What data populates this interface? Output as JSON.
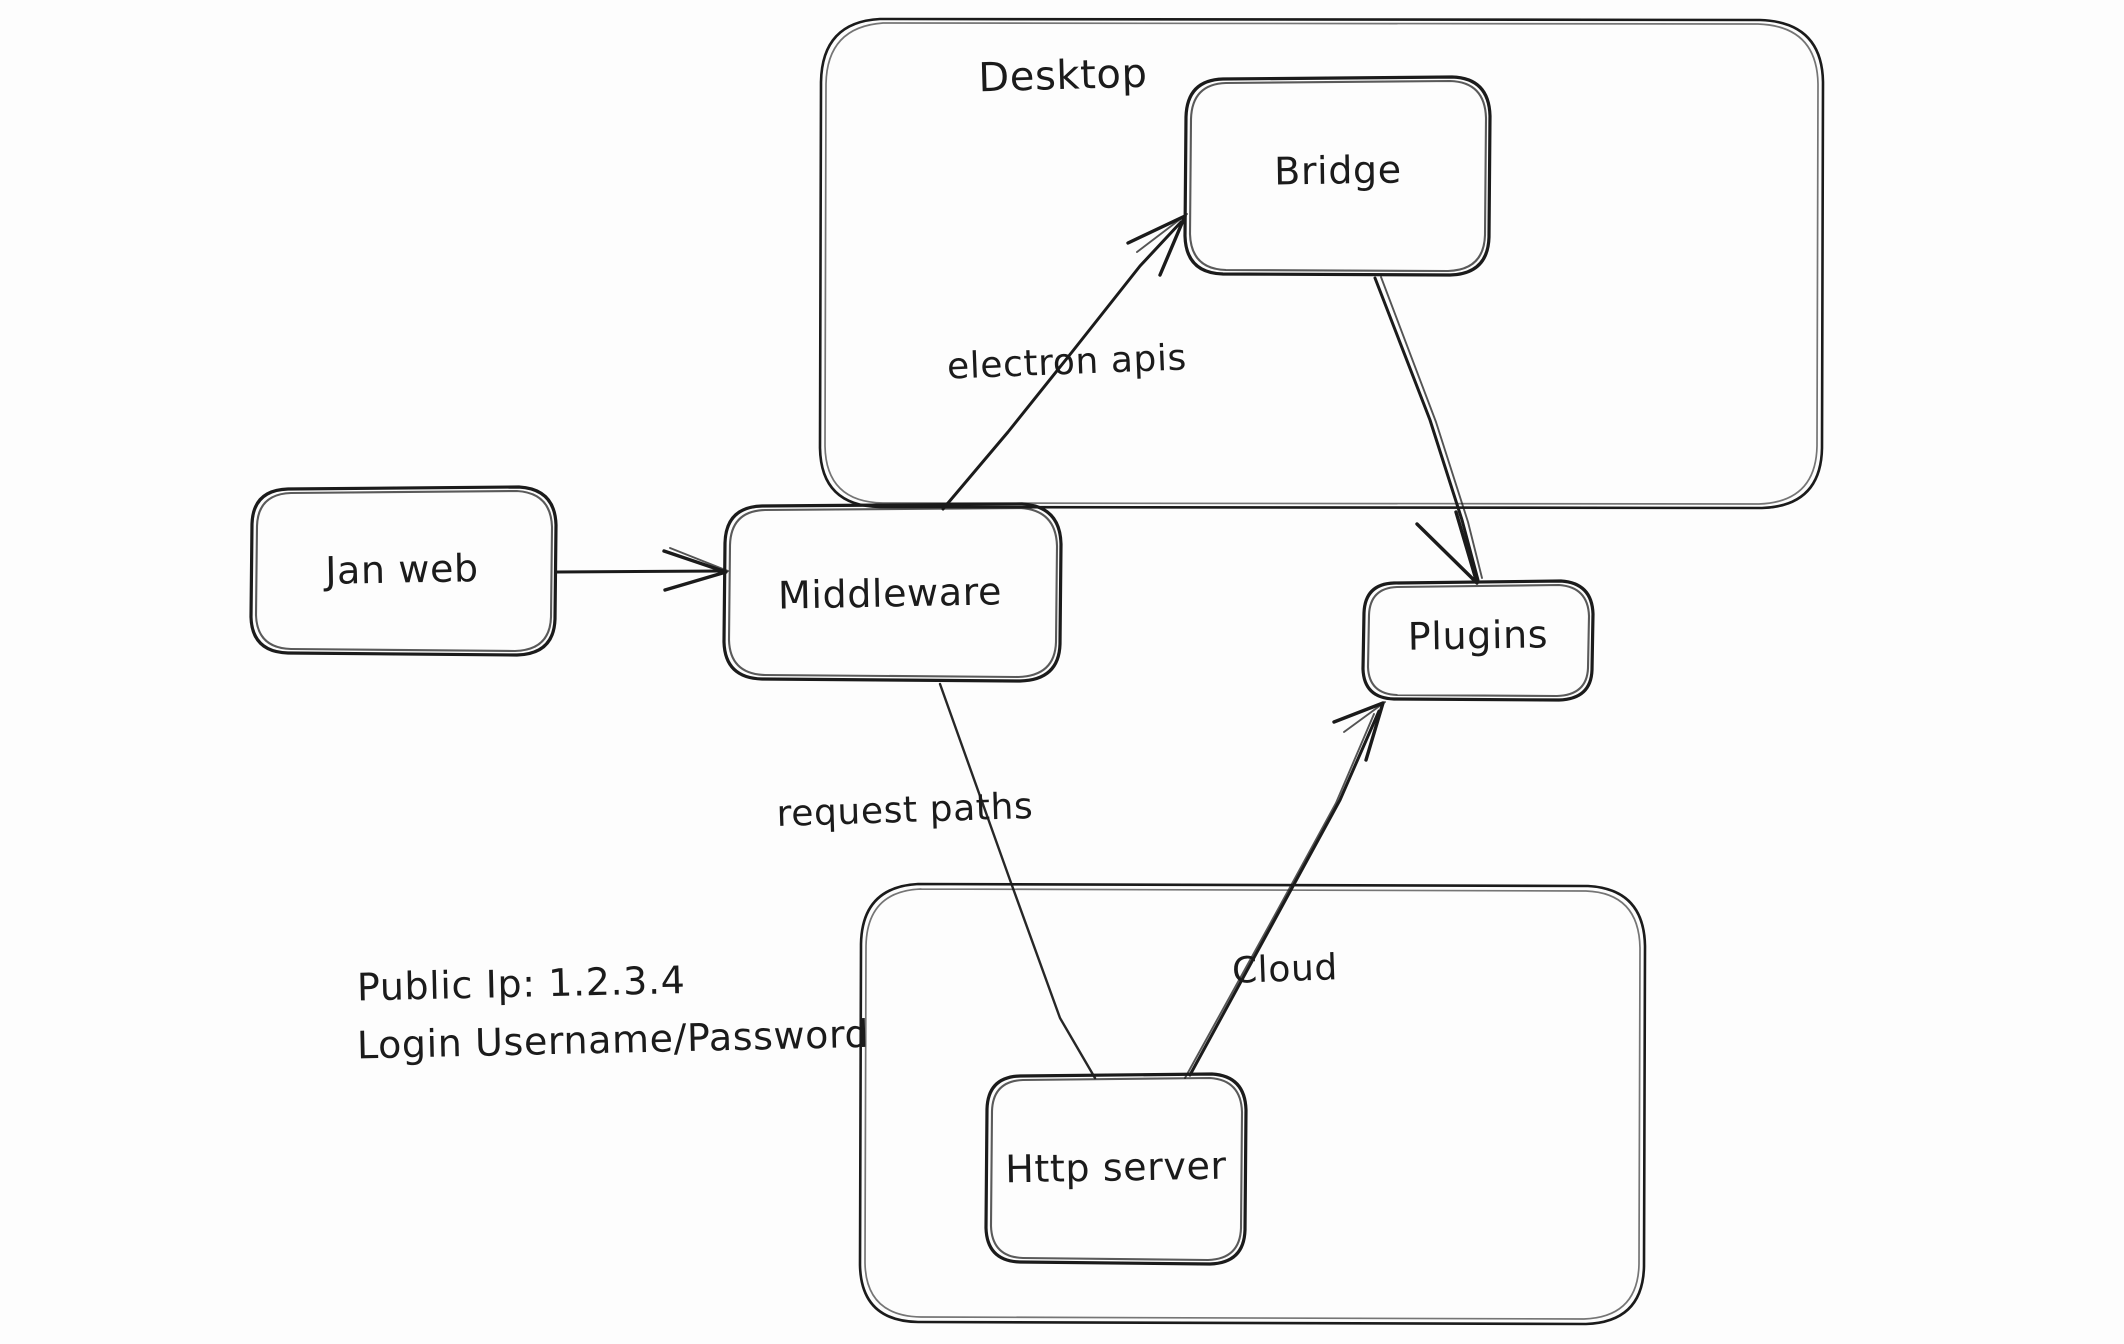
{
  "diagram": {
    "title": "Jan architecture hand-drawn diagram",
    "style": "hand-drawn whiteboard sketch",
    "background_color": "#fdfdfd",
    "stroke_color": "#1b1b1b",
    "containers": [
      {
        "id": "desktop",
        "label": "Desktop"
      },
      {
        "id": "cloud-group",
        "label": ""
      }
    ],
    "nodes": [
      {
        "id": "jan-web",
        "label": "Jan web"
      },
      {
        "id": "middleware",
        "label": "Middleware"
      },
      {
        "id": "bridge",
        "label": "Bridge"
      },
      {
        "id": "plugins",
        "label": "Plugins"
      },
      {
        "id": "http-server",
        "label": "Http server"
      }
    ],
    "edges": [
      {
        "id": "jan-to-middleware",
        "from": "jan-web",
        "to": "middleware",
        "label": ""
      },
      {
        "id": "middleware-to-bridge",
        "from": "middleware",
        "to": "bridge",
        "label": "electron apis"
      },
      {
        "id": "bridge-to-plugins",
        "from": "bridge",
        "to": "plugins",
        "label": ""
      },
      {
        "id": "middleware-to-http",
        "from": "middleware",
        "to": "http-server",
        "label": "request paths"
      },
      {
        "id": "http-to-plugins",
        "from": "http-server",
        "to": "plugins",
        "label": "Cloud"
      }
    ],
    "notes": [
      {
        "id": "public-ip",
        "text": "Public Ip: 1.2.3.4"
      },
      {
        "id": "login-credentials",
        "text": "Login Username/Password"
      }
    ]
  }
}
